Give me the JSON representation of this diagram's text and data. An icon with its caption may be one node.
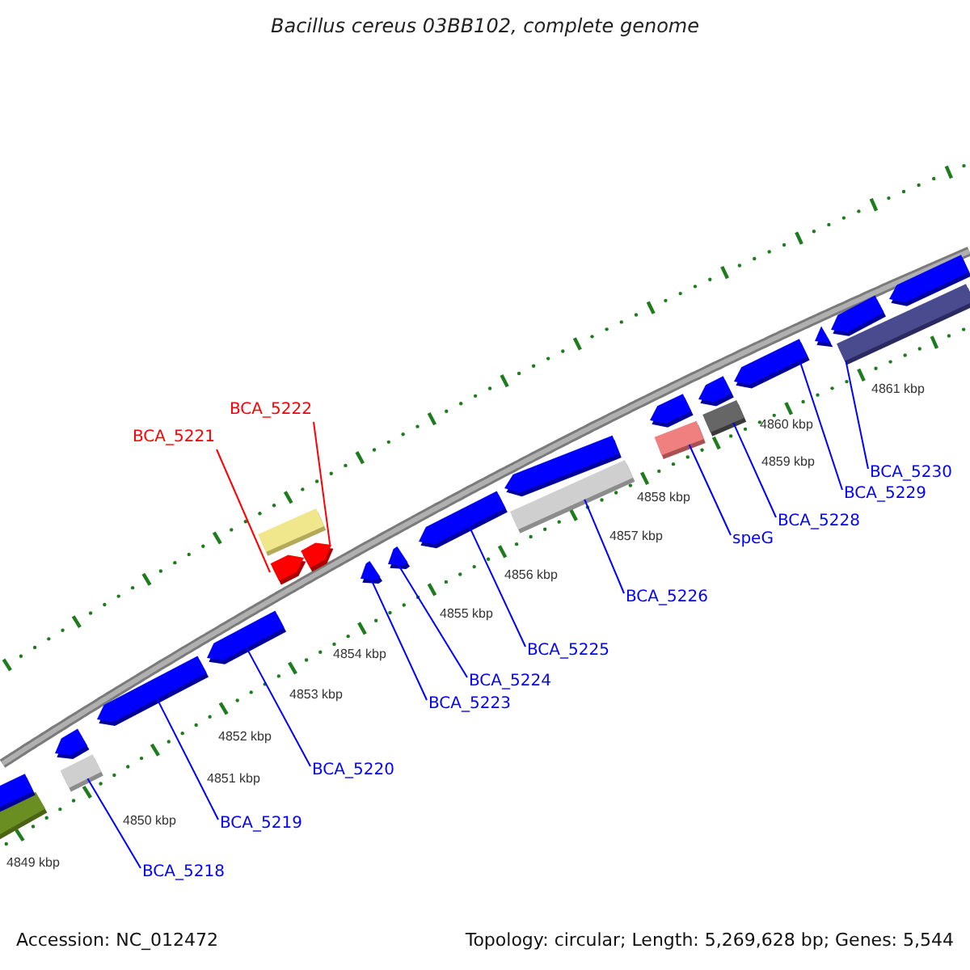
{
  "diagram": {
    "title": "Bacillus cereus 03BB102, complete genome",
    "nodes": [
      {
        "text": [
          "BCA_5222"
        ]
      },
      {
        "text": [
          "BCA_5221"
        ]
      },
      {
        "text": [
          "BCA_5230"
        ]
      },
      {
        "text": [
          "BCA_5229"
        ]
      },
      {
        "text": [
          "BCA_5228"
        ]
      },
      {
        "text": [
          "speG"
        ]
      },
      {
        "text": [
          "BCA_5226"
        ]
      },
      {
        "text": [
          "BCA_5225"
        ]
      },
      {
        "text": [
          "BCA_5224"
        ]
      },
      {
        "text": [
          "BCA_5223"
        ]
      },
      {
        "text": [
          "BCA_5220"
        ]
      },
      {
        "text": [
          "BCA_5219"
        ]
      },
      {
        "text": [
          "BCA_5218"
        ]
      },
      {
        "text": [],
        "shape": "bar"
      },
      {
        "text": [],
        "shape": "bar"
      },
      {
        "text": [],
        "shape": "bar"
      },
      {
        "text": [],
        "shape": "bar"
      },
      {
        "text": [],
        "shape": "bar"
      },
      {
        "text": [],
        "shape": "bar"
      },
      {
        "text": [],
        "shape": "bar"
      },
      {
        "text": [],
        "shape": "bar"
      },
      {
        "text": [],
        "shape": "bar"
      },
      {
        "text": [],
        "shape": "bar"
      },
      {
        "text": [],
        "shape": "bar"
      },
      {
        "text": [],
        "shape": "bar"
      },
      {
        "text": [],
        "shape": "bar"
      },
      {
        "text": [],
        "shape": "bar"
      },
      {
        "text": [],
        "shape": "bar"
      },
      {
        "text": [],
        "shape": "bar"
      },
      {
        "text": [],
        "shape": "bar"
      },
      {
        "text": [],
        "shape": "bar"
      },
      {
        "text": [],
        "shape": "bar"
      },
      {
        "text": [],
        "shape": "bar"
      },
      {
        "text": [],
        "shape": "bar"
      },
      {
        "text": [],
        "shape": "bar"
      },
      {
        "text": [],
        "shape": "bar"
      }
    ],
    "edges": [
      {
        "from": 0,
        "to": 21,
        "arrow": "none",
        "color": "#ff0000"
      },
      {
        "from": 1,
        "to": 20,
        "arrow": "none",
        "color": "#ff0000"
      },
      {
        "from": 2,
        "to": 34,
        "arrow": "none"
      },
      {
        "from": 3,
        "to": 31,
        "arrow": "none"
      },
      {
        "from": 4,
        "to": 30,
        "arrow": "none"
      },
      {
        "from": 5,
        "to": 28,
        "arrow": "none"
      },
      {
        "from": 6,
        "to": 26,
        "arrow": "none"
      },
      {
        "from": 7,
        "to": 24,
        "arrow": "none"
      },
      {
        "from": 8,
        "to": 23,
        "arrow": "none"
      },
      {
        "from": 9,
        "to": 22,
        "arrow": "none"
      },
      {
        "from": 10,
        "to": 18,
        "arrow": "none"
      },
      {
        "from": 11,
        "to": 17,
        "arrow": "none"
      },
      {
        "from": 12,
        "to": 16,
        "arrow": "none"
      }
    ],
    "labels": [
      "4861 kbp",
      "4860 kbp",
      "4859 kbp",
      "4858 kbp",
      "4857 kbp",
      "4856 kbp",
      "4855 kbp",
      "4854 kbp",
      "4853 kbp",
      "4852 kbp",
      "4851 kbp",
      "4850 kbp",
      "4849 kbp",
      "Accession: NC_012472",
      "Topology: circular; Length: 5,269,628 bp; Genes: 5,544"
    ]
  }
}
